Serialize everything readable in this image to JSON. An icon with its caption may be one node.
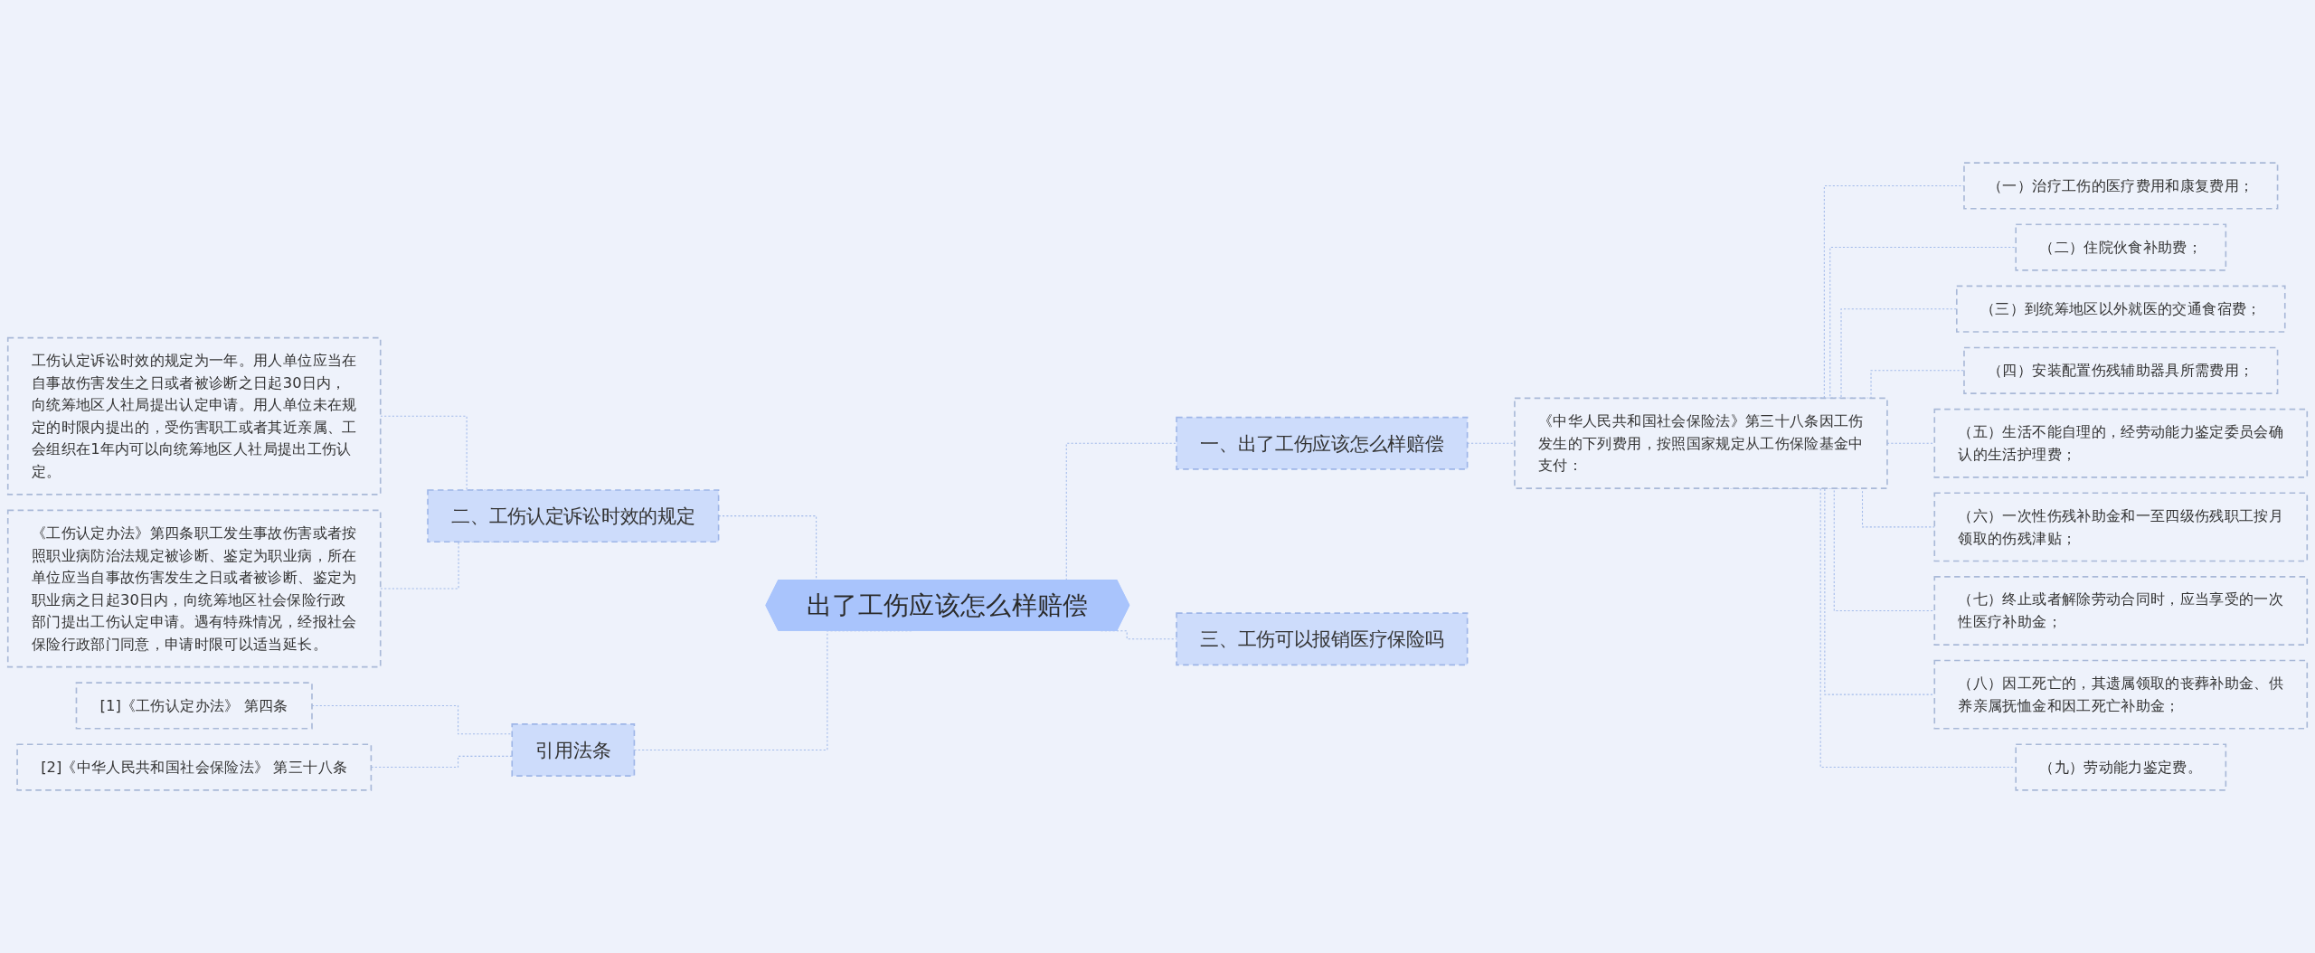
{
  "diagram": {
    "nodes": [
      {
        "text": [
          "出了工伤应该怎么样赔偿"
        ]
      },
      {
        "text": [
          "二、工伤认定诉讼时效的规定"
        ]
      },
      {
        "text": [
          "工伤认定诉讼时效的规定为一年。用人单位应当在自事故伤害发生之日或者被诊断之日起30日内，向统筹地区人社局提出认定申请。用人单位未在规定的时限内提出的，受伤害职工或者其近亲属、工会组织在1年内可以向统筹地区人社局提出工伤认定。"
        ]
      },
      {
        "text": [
          "《工伤认定办法》第四条职工发生事故伤害或者按照职业病防治法规定被诊断、鉴定为职业病，所在单位应当自事故伤害发生之日或者被诊断、鉴定为职业病之日起30日内，向统筹地区社会保险行政部门提出工伤认定申请。遇有特殊情况，经报社会保险行政部门同意，申请时限可以适当延长。"
        ]
      },
      {
        "text": [
          "引用法条"
        ]
      },
      {
        "text": [
          "[1]《工伤认定办法》 第四条"
        ]
      },
      {
        "text": [
          "[2]《中华人民共和国社会保险法》 第三十八条"
        ]
      },
      {
        "text": [
          "一、出了工伤应该怎么样赔偿"
        ]
      },
      {
        "text": [
          "《中华人民共和国社会保险法》第三十八条因工伤发生的下列费用，按照国家规定从工伤保险基金中支付："
        ]
      },
      {
        "text": [
          "（一）治疗工伤的医疗费用和康复费用；"
        ]
      },
      {
        "text": [
          "（二）住院伙食补助费；"
        ]
      },
      {
        "text": [
          "（三）到统筹地区以外就医的交通食宿费；"
        ]
      },
      {
        "text": [
          "（四）安装配置伤残辅助器具所需费用；"
        ]
      },
      {
        "text": [
          "（五）生活不能自理的，经劳动能力鉴定委员会确认的生活护理费；"
        ]
      },
      {
        "text": [
          "（六）一次性伤残补助金和一至四级伤残职工按月领取的伤残津贴；"
        ]
      },
      {
        "text": [
          "（七）终止或者解除劳动合同时，应当享受的一次性医疗补助金；"
        ]
      },
      {
        "text": [
          "（八）因工死亡的，其遗属领取的丧葬补助金、供养亲属抚恤金和因工死亡补助金；"
        ]
      },
      {
        "text": [
          "（九）劳动能力鉴定费。"
        ]
      },
      {
        "text": [
          "三、工伤可以报销医疗保险吗"
        ]
      }
    ],
    "edges": [
      {
        "from": 2,
        "to": 1,
        "arrow": "none",
        "style": "dashed"
      },
      {
        "from": 3,
        "to": 1,
        "arrow": "none",
        "style": "dashed"
      },
      {
        "from": 1,
        "to": 0,
        "arrow": "none",
        "style": "dashed"
      },
      {
        "from": 5,
        "to": 4,
        "arrow": "none",
        "style": "dashed"
      },
      {
        "from": 6,
        "to": 4,
        "arrow": "none",
        "style": "dashed"
      },
      {
        "from": 4,
        "to": 0,
        "arrow": "none",
        "style": "dashed"
      },
      {
        "from": 0,
        "to": 7,
        "arrow": "none",
        "style": "dashed"
      },
      {
        "from": 7,
        "to": 8,
        "arrow": "none",
        "style": "dashed"
      },
      {
        "from": 8,
        "to": 9,
        "arrow": "none",
        "style": "dashed"
      },
      {
        "from": 8,
        "to": 10,
        "arrow": "none",
        "style": "dashed"
      },
      {
        "from": 8,
        "to": 11,
        "arrow": "none",
        "style": "dashed"
      },
      {
        "from": 8,
        "to": 12,
        "arrow": "none",
        "style": "dashed"
      },
      {
        "from": 8,
        "to": 13,
        "arrow": "none",
        "style": "dashed"
      },
      {
        "from": 8,
        "to": 14,
        "arrow": "none",
        "style": "dashed"
      },
      {
        "from": 8,
        "to": 15,
        "arrow": "none",
        "style": "dashed"
      },
      {
        "from": 8,
        "to": 16,
        "arrow": "none",
        "style": "dashed"
      },
      {
        "from": 8,
        "to": 17,
        "arrow": "none",
        "style": "dashed"
      },
      {
        "from": 0,
        "to": 18,
        "arrow": "none",
        "style": "dashed"
      }
    ]
  }
}
